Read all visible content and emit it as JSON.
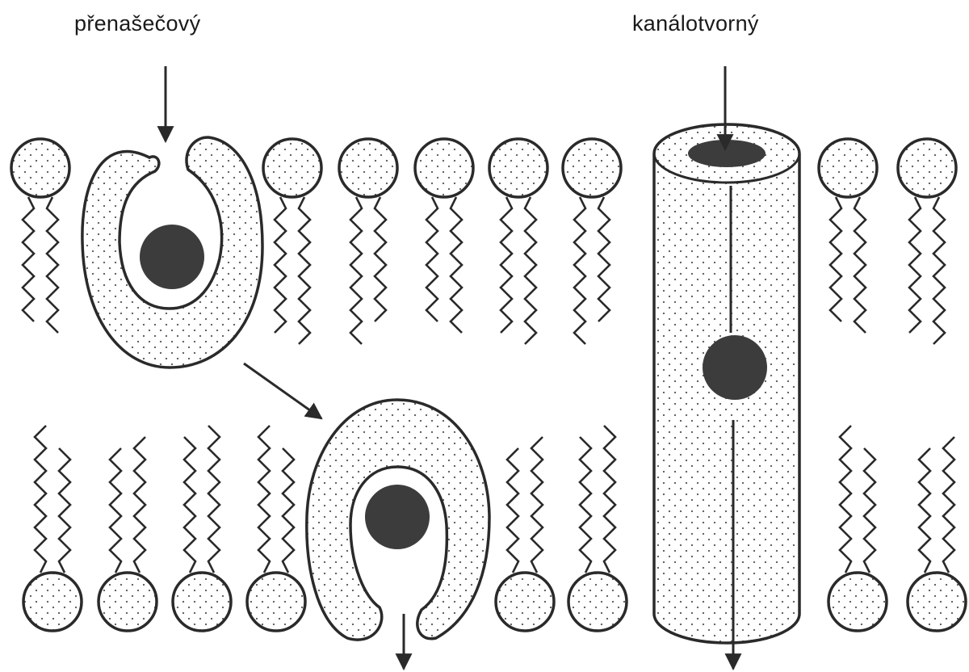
{
  "labels": {
    "carrier": "přenašečový",
    "channel": "kanálotvorný"
  },
  "colors": {
    "line": "#2a2a2a",
    "dot": "#5a5a5a",
    "solute": "#3c3c3c",
    "background": "#ffffff"
  },
  "legend": "none"
}
